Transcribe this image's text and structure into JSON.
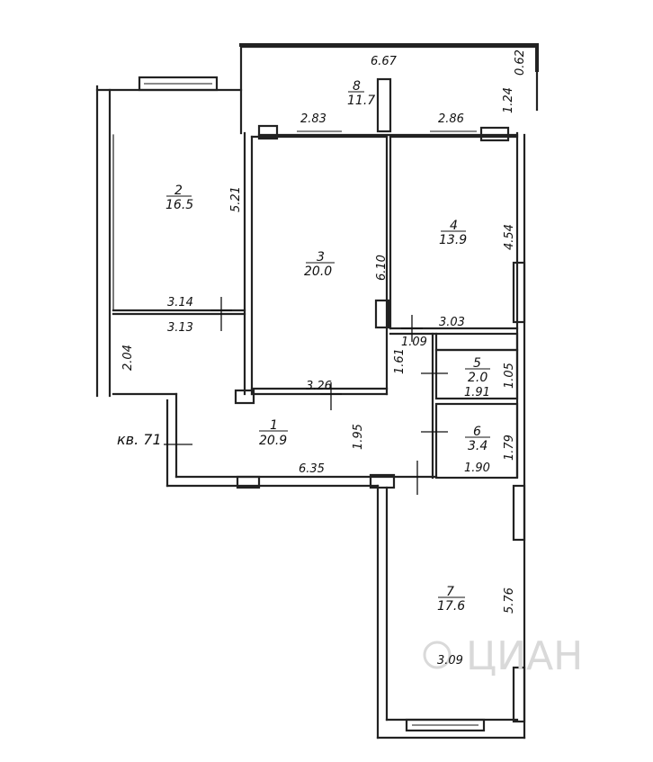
{
  "apartment_label": "кв. 71",
  "watermark": "ЦИАН",
  "rooms": [
    {
      "id": "r1",
      "number": "1",
      "area": "20.9"
    },
    {
      "id": "r2",
      "number": "2",
      "area": "16.5"
    },
    {
      "id": "r3",
      "number": "3",
      "area": "20.0"
    },
    {
      "id": "r4",
      "number": "4",
      "area": "13.9"
    },
    {
      "id": "r5",
      "number": "5",
      "area": "2.0"
    },
    {
      "id": "r6",
      "number": "6",
      "area": "3.4"
    },
    {
      "id": "r7",
      "number": "7",
      "area": "17.6"
    },
    {
      "id": "r8",
      "number": "8",
      "area": "11.7"
    }
  ],
  "dimensions": {
    "balcony_length": "6.67",
    "balcony_edge": "0.62",
    "balcony_left": "2.83",
    "balcony_right": "2.86",
    "balcony_depth": "1.24",
    "r2_height": "5.21",
    "r2_width_top": "3.14",
    "r2_width_bottom": "3.13",
    "hall_left": "2.04",
    "r3_height": "6.10",
    "r3_width": "3.26",
    "r4_height": "4.54",
    "r4_width": "3.03",
    "corridor_width": "1.09",
    "corridor_height": "1.61",
    "r5_height": "1.05",
    "r5_width": "1.91",
    "r6_height": "1.79",
    "r6_width": "1.90",
    "hall_depth": "1.95",
    "hall_width": "6.35",
    "r7_height": "5.76",
    "r7_width": "3.09"
  }
}
